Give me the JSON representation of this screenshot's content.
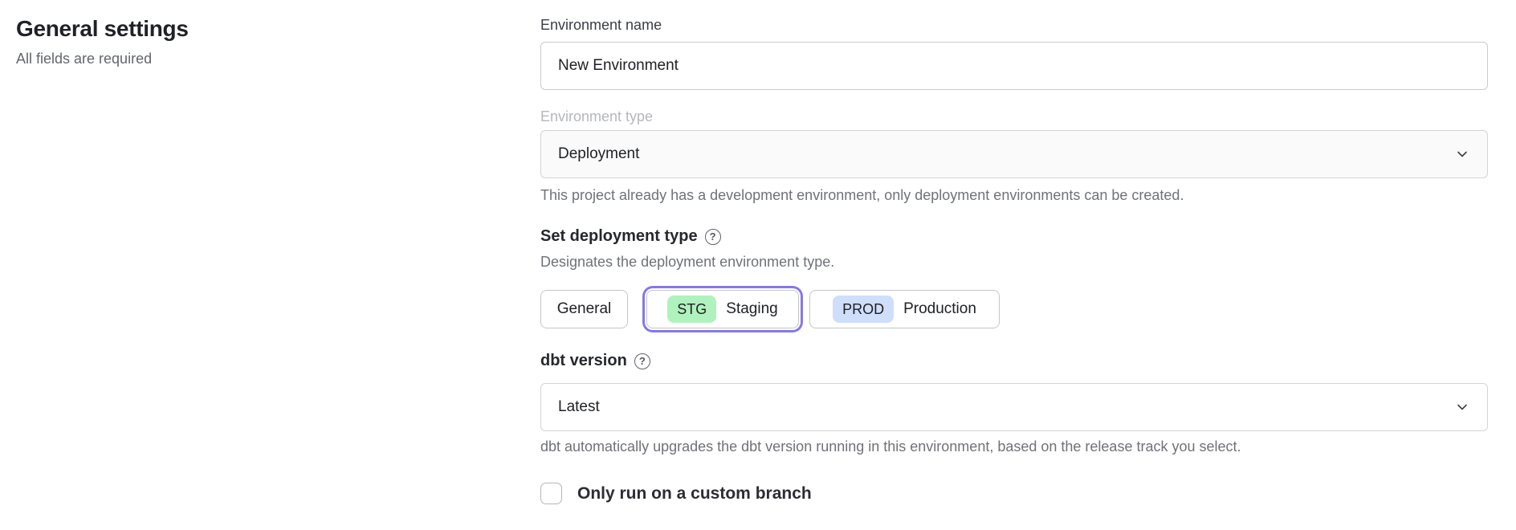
{
  "page": {
    "title": "General settings",
    "subtitle": "All fields are required"
  },
  "form": {
    "environment_name": {
      "label": "Environment name",
      "value": "New Environment"
    },
    "environment_type": {
      "label": "Environment type",
      "value": "Deployment",
      "helper": "This project already has a development environment, only deployment environments can be created."
    },
    "deployment_type": {
      "label": "Set deployment type",
      "helper": "Designates the deployment environment type.",
      "options": [
        {
          "label": "General",
          "badge": "",
          "selected": false
        },
        {
          "label": "Staging",
          "badge": "STG",
          "selected": true
        },
        {
          "label": "Production",
          "badge": "PROD",
          "selected": false
        }
      ]
    },
    "dbt_version": {
      "label": "dbt version",
      "value": "Latest",
      "helper": "dbt automatically upgrades the dbt version running in this environment, based on the release track you select."
    },
    "custom_branch": {
      "label": "Only run on a custom branch",
      "checked": false
    }
  },
  "icons": {
    "help_glyph": "?"
  },
  "colors": {
    "accent_purple": "#8577eb",
    "staging_badge": "#b0f2bd",
    "production_badge": "#cfdefb"
  }
}
